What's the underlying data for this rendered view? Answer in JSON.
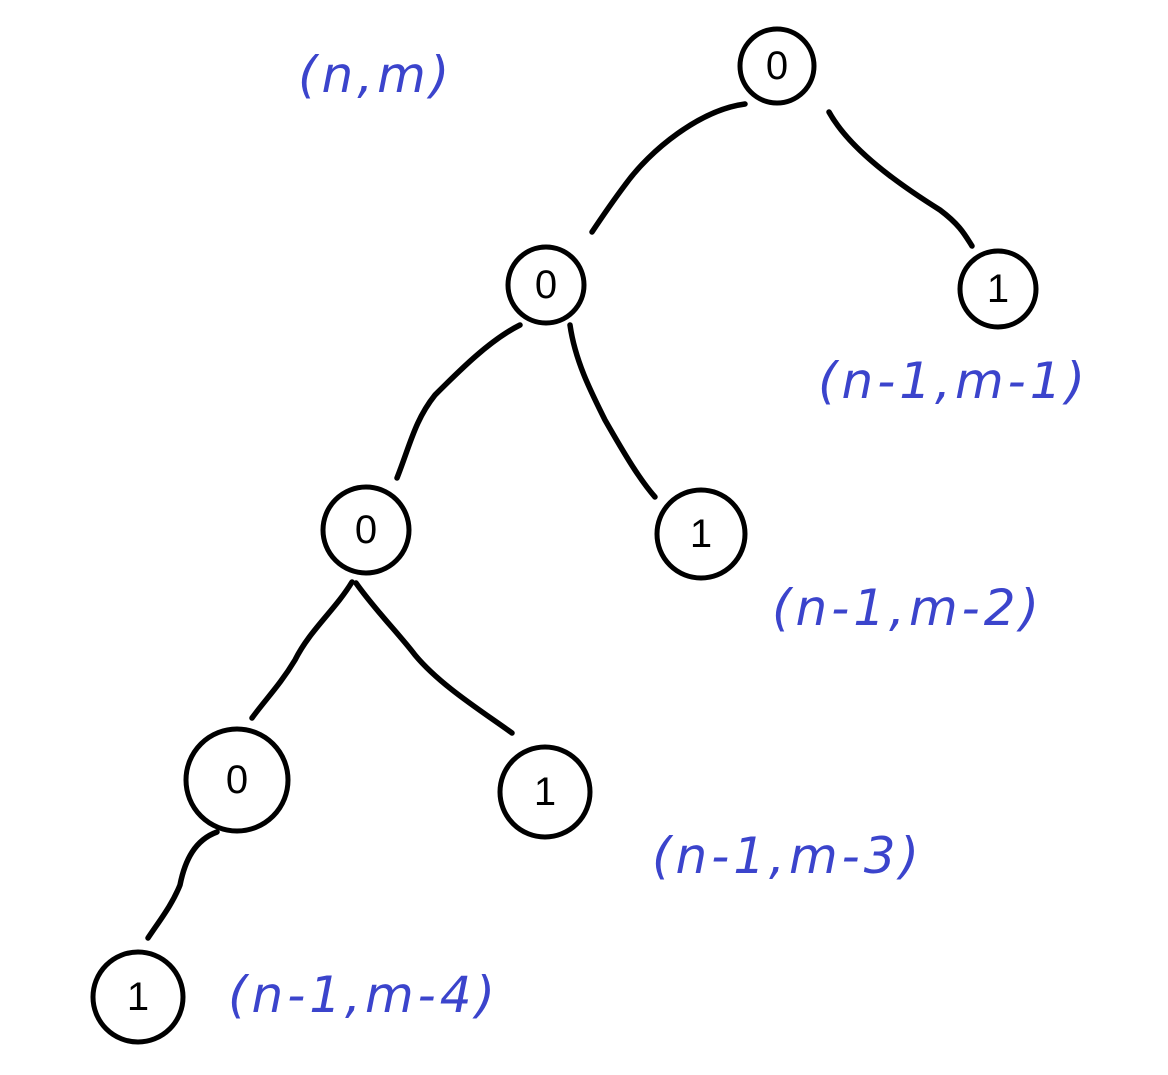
{
  "tree": {
    "nodes": {
      "root": "0",
      "l1_left": "0",
      "l1_right": "1",
      "l2_left": "0",
      "l2_right": "1",
      "l3_left": "0",
      "l3_right": "1",
      "l4_left": "1"
    },
    "labels": {
      "root": "(n,m)",
      "l1": "(n-1,m-1)",
      "l2": "(n-1,m-2)",
      "l3": "(n-1,m-3)",
      "l4": "(n-1,m-4)"
    },
    "colors": {
      "ink": "#000000",
      "annotation": "#3b44cc"
    }
  }
}
